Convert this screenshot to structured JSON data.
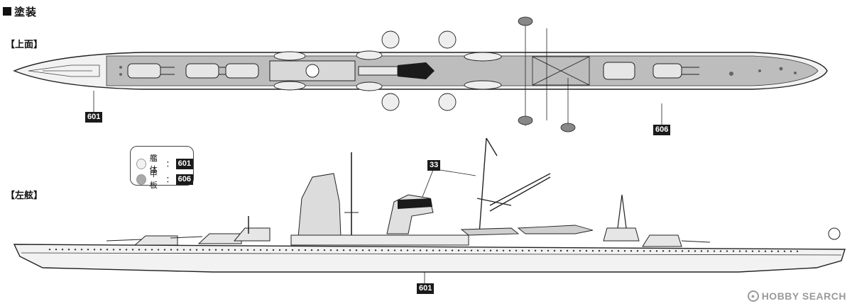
{
  "section_title": "塗装",
  "views": {
    "top": {
      "label": "【上面】"
    },
    "side": {
      "label": "【左舷】"
    }
  },
  "callouts": {
    "top_hull": "601",
    "top_deck": "606",
    "side_funnel": "33",
    "side_hull": "601"
  },
  "legend": [
    {
      "name": "艦体",
      "code": "601",
      "color": "#f2f2f2"
    },
    {
      "name": "甲板",
      "code": "606",
      "color": "#a9a9a9"
    }
  ],
  "watermark": {
    "brand": "HOBBY SEARCH"
  },
  "colors": {
    "deck": "#bdbdbd",
    "hull": "#f2f2f2",
    "line": "#222222",
    "dark": "#1a1a1a"
  }
}
